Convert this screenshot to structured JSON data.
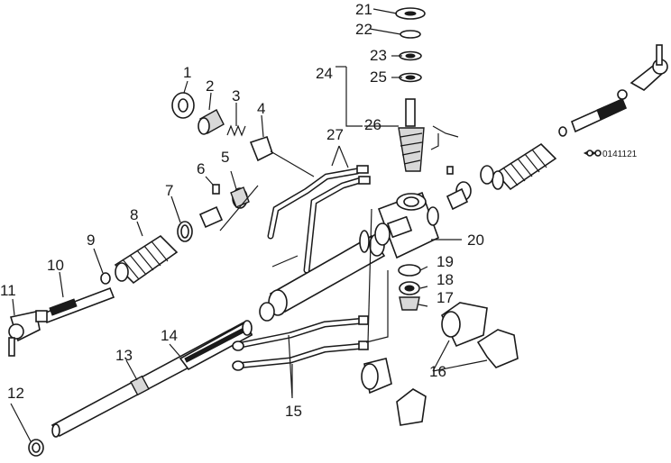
{
  "labels": {
    "p1": "1",
    "p2": "2",
    "p3": "3",
    "p4": "4",
    "p5": "5",
    "p6": "6",
    "p7": "7",
    "p8": "8",
    "p9": "9",
    "p10": "10",
    "p11": "11",
    "p12": "12",
    "p13": "13",
    "p14": "14",
    "p15": "15",
    "p16": "16",
    "p17": "17",
    "p18": "18",
    "p19": "19",
    "p20": "20",
    "p21": "21",
    "p22": "22",
    "p23": "23",
    "p24": "24",
    "p25": "25",
    "p26": "26",
    "p27": "27"
  },
  "code": "0141121",
  "colors": {
    "ink": "#1a1a1a",
    "paper": "#ffffff"
  }
}
